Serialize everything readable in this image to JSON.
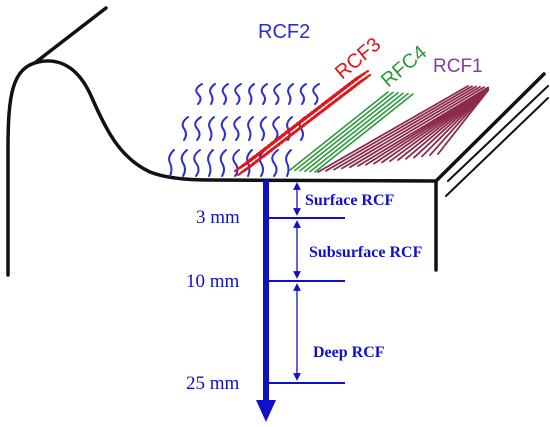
{
  "labels": {
    "rcf2": "RCF2",
    "rcf3": "RCF3",
    "rfc4": "RFC4",
    "rcf1": "RCF1"
  },
  "depths": {
    "d1": "3 mm",
    "d2": "10 mm",
    "d3": "25 mm"
  },
  "zones": {
    "surface": "Surface RCF",
    "subsurface": "Subsurface RCF",
    "deep": "Deep RCF"
  },
  "colors": {
    "outline": "#111111",
    "rcf2": "#2a2fd0",
    "rcf3": "#e0161b",
    "rfc4": "#2c9a3a",
    "rcf1": "#8b2a4b",
    "depth_axis": "#1010c8"
  }
}
